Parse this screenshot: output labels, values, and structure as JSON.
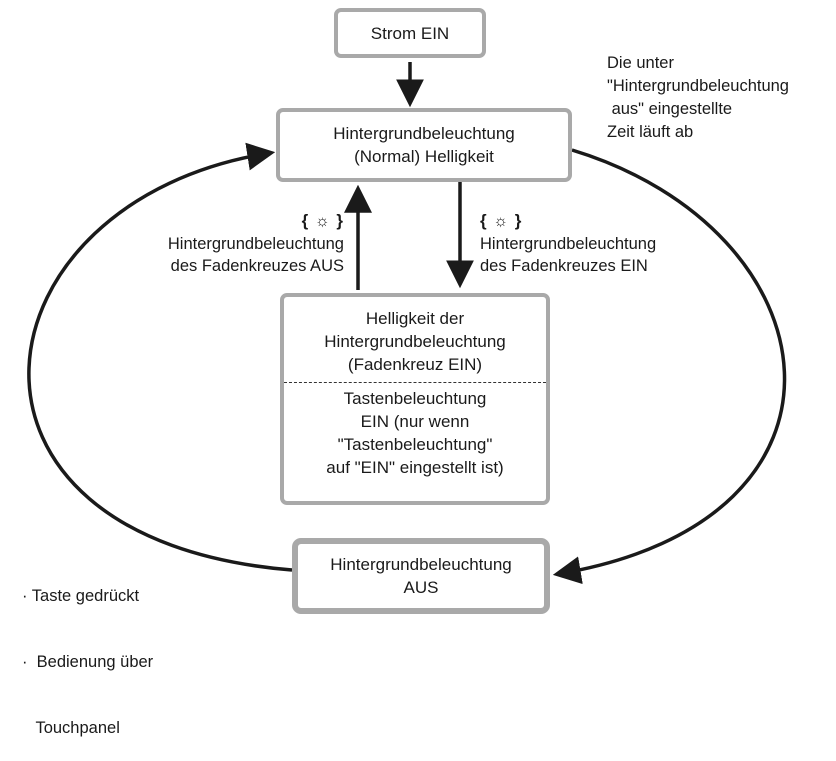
{
  "nodes": {
    "power_on": "Strom EIN",
    "backlight_normal": [
      "Hintergrundbeleuchtung",
      "(Normal) Helligkeit"
    ],
    "crosshair_on_upper": [
      "Helligkeit der",
      "Hintergrundbeleuchtung",
      "(Fadenkreuz EIN)"
    ],
    "crosshair_on_lower": [
      "Tastenbeleuchtung",
      "EIN (nur wenn",
      "\"Tastenbeleuchtung\"",
      "auf \"EIN\" eingestellt ist)"
    ],
    "backlight_off": [
      "Hintergrundbeleuchtung",
      "AUS"
    ]
  },
  "edges": {
    "timeout_label": [
      "Die unter",
      "\"Hintergrundbeleuchtung",
      " aus\" eingestellte",
      "Zeit läuft ab"
    ],
    "crosshair_off": {
      "key": "{",
      "icon": "☼",
      "key_close": "}",
      "text": [
        "Hintergrundbeleuchtung",
        "des Fadenkreuzes AUS"
      ]
    },
    "crosshair_on": {
      "key": "{",
      "icon": "☼",
      "key_close": "}",
      "text": [
        "Hintergrundbeleuchtung",
        "des Fadenkreuzes EIN"
      ]
    },
    "wake_label": [
      "· Taste gedrückt",
      "·  Bedienung über",
      "   Touchpanel"
    ]
  }
}
